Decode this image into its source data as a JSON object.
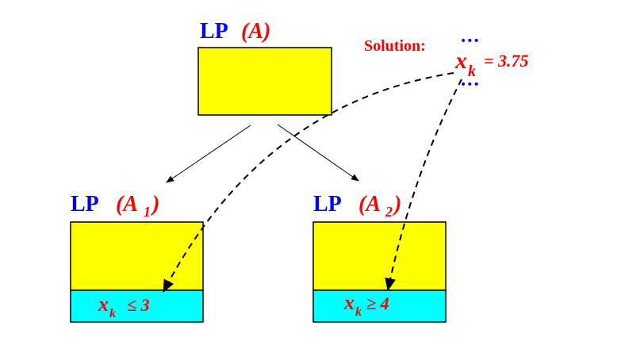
{
  "root": {
    "lp": "LP",
    "name": "(A)"
  },
  "left": {
    "lp": "LP",
    "name_open": "(A",
    "name_sub": "1",
    "name_close": ")",
    "var": "x",
    "var_sub": "k",
    "constraint": "≤ 3"
  },
  "right": {
    "lp": "LP",
    "name_open": "(A",
    "name_sub": "2",
    "name_close": ")",
    "var": "x",
    "var_sub": "k",
    "constraint": "≥ 4"
  },
  "solution": {
    "label": "Solution:",
    "dots": "•••",
    "var": "x",
    "var_sub": "k",
    "value": "= 3.75"
  },
  "colors": {
    "box": "#ffff00",
    "constraint_box": "#00ffff",
    "lp": "#0000ff",
    "text": "#ff0000"
  }
}
